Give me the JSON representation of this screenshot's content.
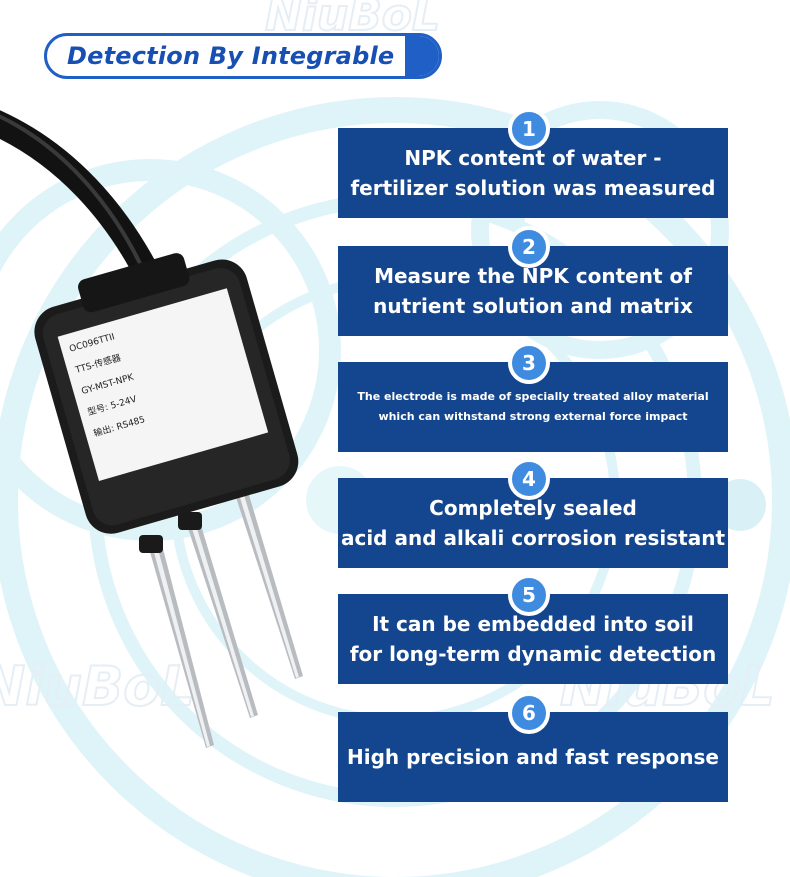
{
  "brand": {
    "watermark": "NiuBoL"
  },
  "header": {
    "title": "Detection By Integrable"
  },
  "device": {
    "label_lines": [
      "OC096TTII",
      "TTS-传感器",
      "GY-MST-NPK",
      "型号: 5-24V",
      "输出: RS485"
    ]
  },
  "features": [
    {
      "number": "1",
      "lines": [
        "NPK content of water -",
        "fertilizer solution was measured"
      ]
    },
    {
      "number": "2",
      "lines": [
        "Measure the NPK content of",
        "nutrient solution and matrix"
      ]
    },
    {
      "number": "3",
      "lines": [
        "The electrode is made of specially treated alloy material",
        "which can withstand strong external force impact"
      ]
    },
    {
      "number": "4",
      "lines": [
        "Completely sealed",
        "acid and alkali corrosion resistant"
      ]
    },
    {
      "number": "5",
      "lines": [
        "It can be embedded into soil",
        "for long-term dynamic detection"
      ]
    },
    {
      "number": "6",
      "lines": [
        "High precision and fast response"
      ]
    }
  ],
  "colors": {
    "box_blue": "#14468f",
    "badge_blue": "#3f8be0",
    "title_blue": "#174fb3"
  }
}
